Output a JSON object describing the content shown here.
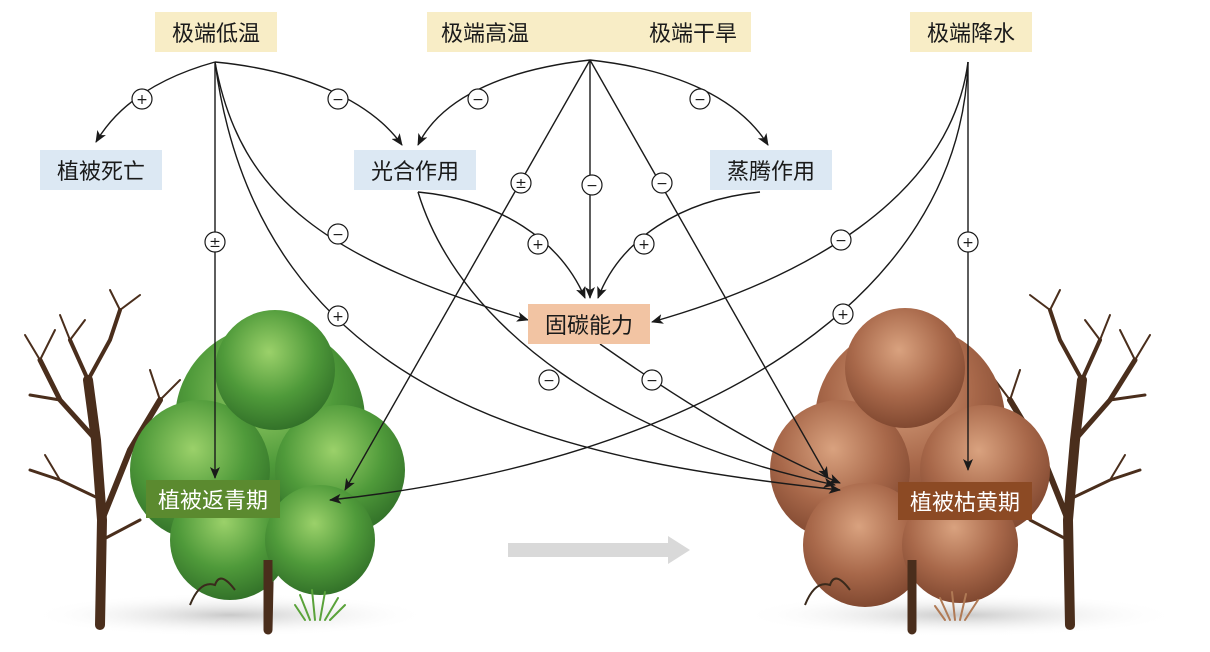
{
  "nodes": {
    "low_temp": "极端低温",
    "high_temp": "极端高温",
    "drought": "极端干旱",
    "precip": "极端降水",
    "mortality": "植被死亡",
    "photosynthesis": "光合作用",
    "transpiration": "蒸腾作用",
    "carbon": "固碳能力",
    "greenup": "植被返青期",
    "senescence": "植被枯黄期"
  },
  "signs": {
    "plus": "+",
    "minus": "−",
    "plusminus": "±"
  },
  "colors": {
    "cream": "#f8edc6",
    "blue": "#dce8f3",
    "peach": "#f2c4a3",
    "green_label": "#5b8a2f",
    "brown_label": "#8c4a24",
    "arrow": "#1a1a1a",
    "time_arrow": "#d9d9d9",
    "trunk": "#4a2e1c"
  },
  "icons": [
    "bare-tree-icon",
    "green-tree-icon",
    "brown-tree-icon",
    "grass-icon",
    "double-arrow-icon",
    "time-arrow-icon"
  ]
}
